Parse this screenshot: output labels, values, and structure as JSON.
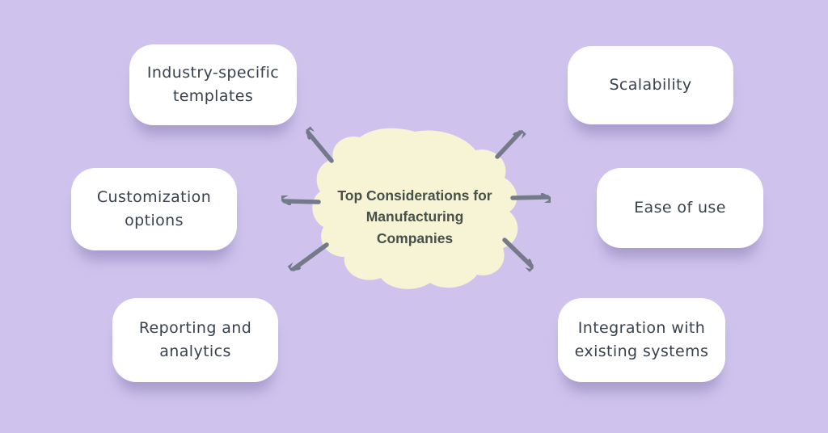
{
  "diagram": {
    "type": "mindmap",
    "background_color": "#cfc3ee",
    "arrow_color": "#757a8b",
    "center": {
      "label": "Top Considerations for Manufacturing Companies",
      "shape": "organic-blob",
      "fill_color": "#f6f4d5",
      "text_color": "#47504a"
    },
    "nodes": [
      {
        "id": "industry-specific-templates",
        "label": "Industry-specific templates",
        "position": "top-left"
      },
      {
        "id": "scalability",
        "label": "Scalability",
        "position": "top-right"
      },
      {
        "id": "customization-options",
        "label": "Customization options",
        "position": "middle-left"
      },
      {
        "id": "ease-of-use",
        "label": "Ease of use",
        "position": "middle-right"
      },
      {
        "id": "reporting-and-analytics",
        "label": "Reporting and analytics",
        "position": "bottom-left"
      },
      {
        "id": "integration-with-existing-systems",
        "label": "Integration with existing systems",
        "position": "bottom-right"
      }
    ],
    "node_style": {
      "fill_color": "#ffffff",
      "text_color": "#39414e"
    }
  }
}
